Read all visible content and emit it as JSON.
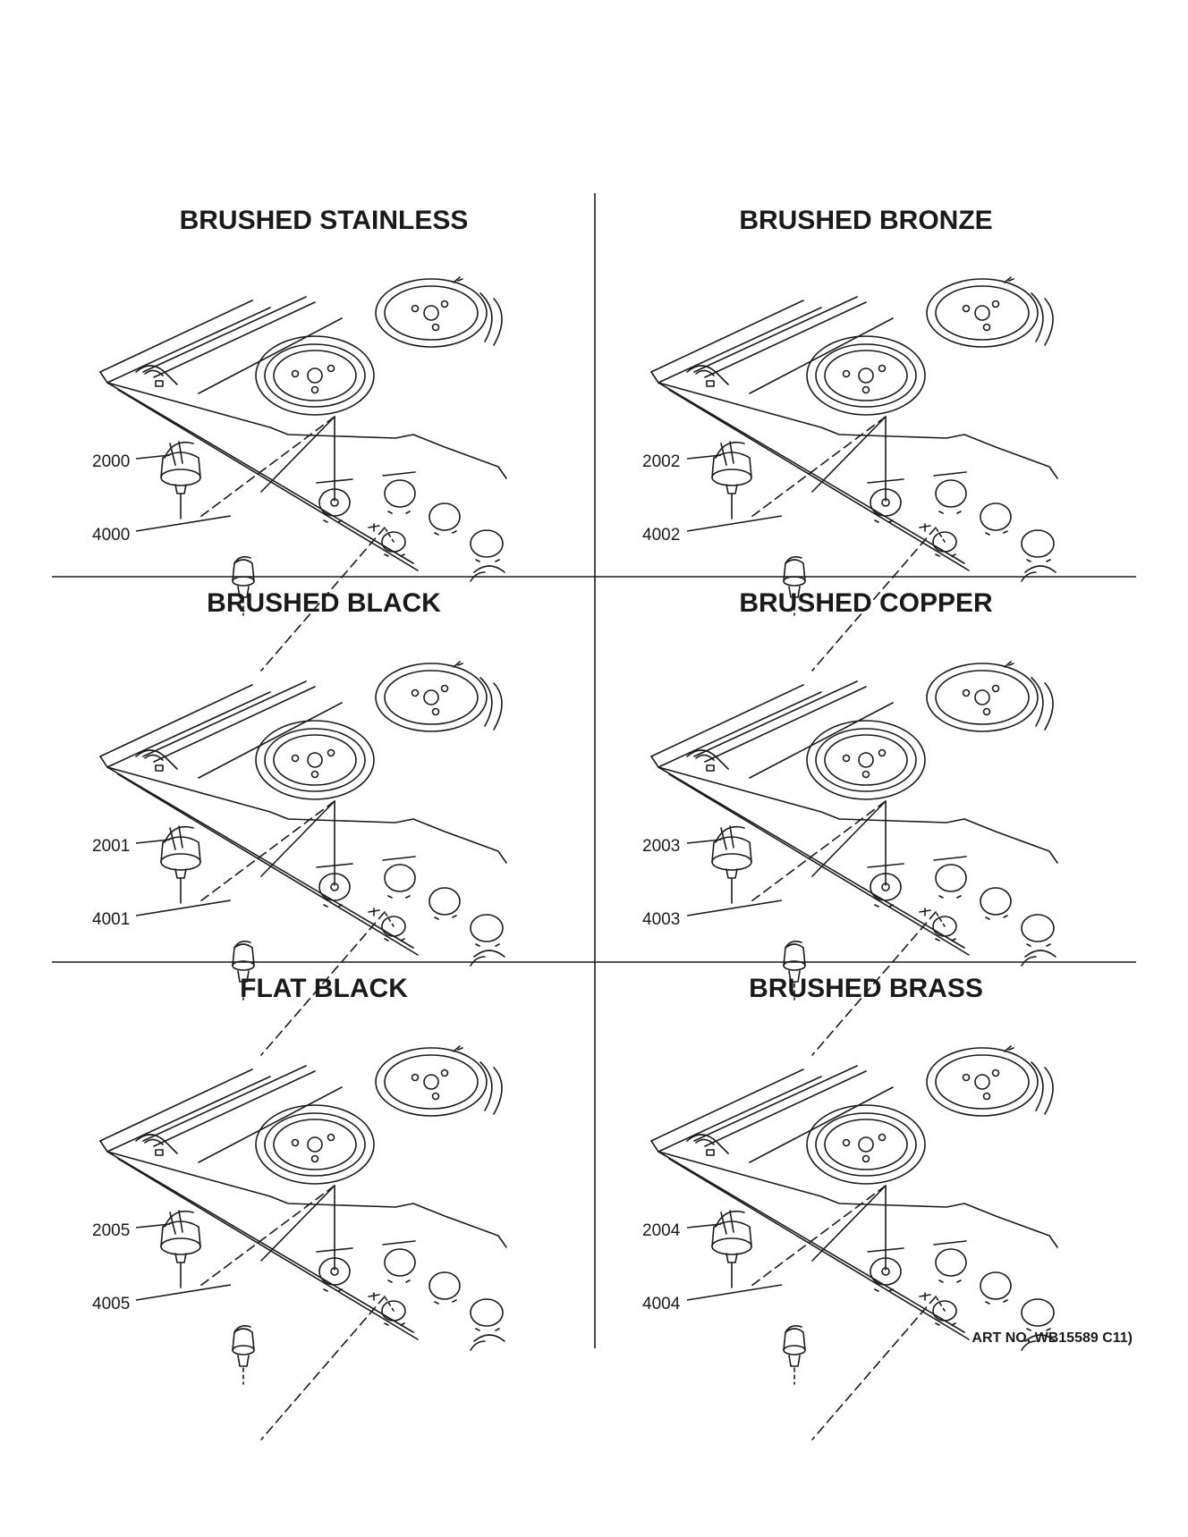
{
  "panels": [
    {
      "title": "BRUSHED STAINLESS",
      "knob_part": "2000",
      "cap_part": "4000"
    },
    {
      "title": "BRUSHED BRONZE",
      "knob_part": "2002",
      "cap_part": "4002"
    },
    {
      "title": "BRUSHED BLACK",
      "knob_part": "2001",
      "cap_part": "4001"
    },
    {
      "title": "BRUSHED COPPER",
      "knob_part": "2003",
      "cap_part": "4003"
    },
    {
      "title": "FLAT BLACK",
      "knob_part": "2005",
      "cap_part": "4005"
    },
    {
      "title": "BRUSHED BRASS",
      "knob_part": "2004",
      "cap_part": "4004"
    }
  ],
  "art_number": "ART NO. WB15589 C11)",
  "colors": {
    "ink": "#1a1a1a",
    "background": "#ffffff"
  }
}
